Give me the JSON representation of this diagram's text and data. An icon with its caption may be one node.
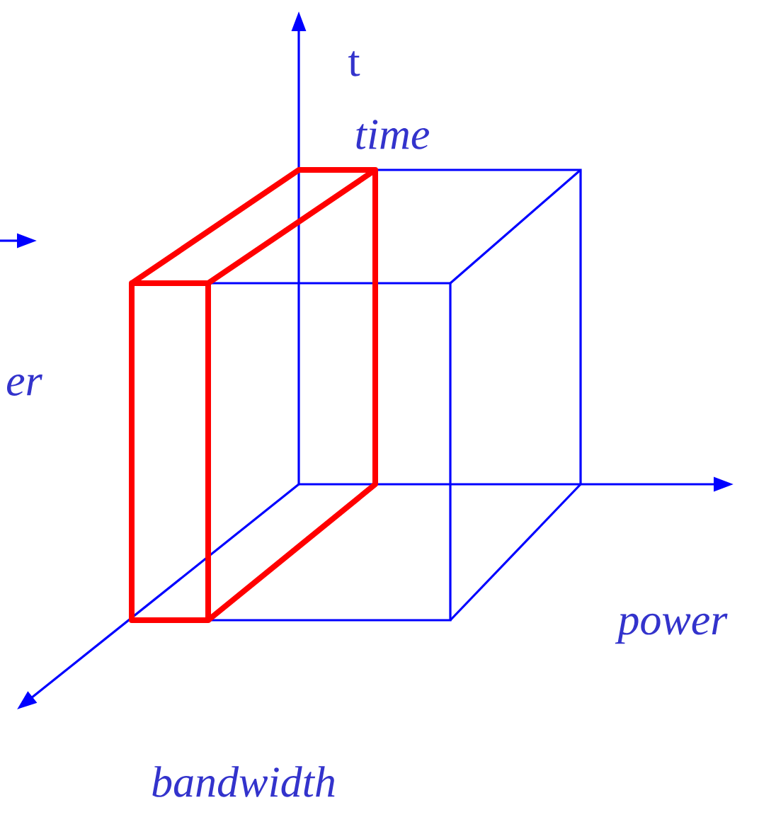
{
  "diagram": {
    "labels": [
      "t",
      "*time*",
      "*er*",
      "*power*",
      "*bandwidth*"
    ]
  }
}
